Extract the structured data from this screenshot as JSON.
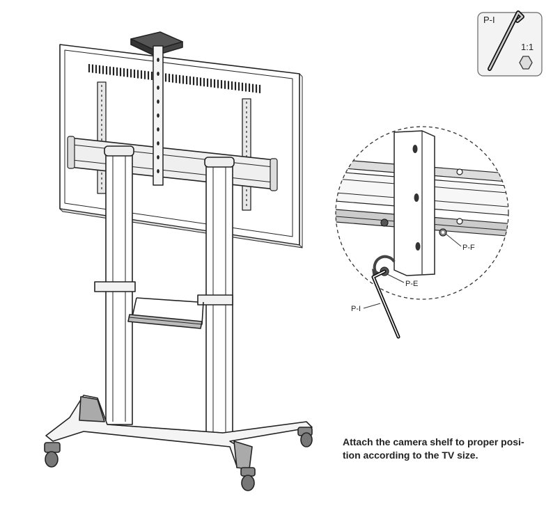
{
  "hardware_box": {
    "part_label": "P-I",
    "scale": "1:1"
  },
  "detail_callouts": {
    "nut_label": "P-E",
    "washer_label": "P-F",
    "wrench_label": "P-I"
  },
  "instruction": {
    "line1": "Attach the camera shelf to proper posi-",
    "line2": "tion according to the TV size."
  }
}
